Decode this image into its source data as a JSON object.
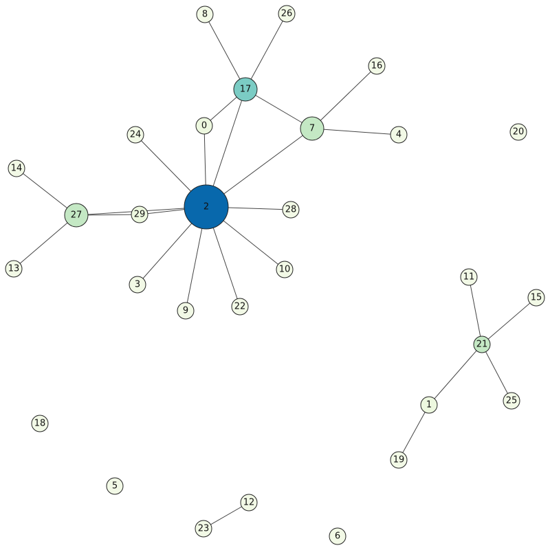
{
  "graph": {
    "colors": {
      "degree_0_1": "#f2f9e6",
      "degree_2": "#edf8df",
      "degree_3": "#c4e8c4",
      "degree_5": "#7bccc4",
      "degree_max": "#0868ac"
    },
    "nodes": [
      {
        "id": "2",
        "level": "degree_max"
      },
      {
        "id": "17",
        "level": "degree_5"
      },
      {
        "id": "7",
        "level": "degree_3"
      },
      {
        "id": "27",
        "level": "degree_3"
      },
      {
        "id": "21",
        "level": "degree_3"
      },
      {
        "id": "29",
        "level": "degree_2"
      },
      {
        "id": "1",
        "level": "degree_2"
      },
      {
        "id": "0",
        "level": "degree_2"
      },
      {
        "id": "8",
        "level": "degree_0_1"
      },
      {
        "id": "26",
        "level": "degree_0_1"
      },
      {
        "id": "16",
        "level": "degree_0_1"
      },
      {
        "id": "4",
        "level": "degree_0_1"
      },
      {
        "id": "20",
        "level": "degree_0_1"
      },
      {
        "id": "24",
        "level": "degree_0_1"
      },
      {
        "id": "14",
        "level": "degree_0_1"
      },
      {
        "id": "28",
        "level": "degree_0_1"
      },
      {
        "id": "13",
        "level": "degree_0_1"
      },
      {
        "id": "10",
        "level": "degree_0_1"
      },
      {
        "id": "3",
        "level": "degree_0_1"
      },
      {
        "id": "11",
        "level": "degree_0_1"
      },
      {
        "id": "15",
        "level": "degree_0_1"
      },
      {
        "id": "9",
        "level": "degree_0_1"
      },
      {
        "id": "22",
        "level": "degree_0_1"
      },
      {
        "id": "25",
        "level": "degree_0_1"
      },
      {
        "id": "18",
        "level": "degree_0_1"
      },
      {
        "id": "19",
        "level": "degree_0_1"
      },
      {
        "id": "5",
        "level": "degree_0_1"
      },
      {
        "id": "12",
        "level": "degree_0_1"
      },
      {
        "id": "23",
        "level": "degree_0_1"
      },
      {
        "id": "6",
        "level": "degree_0_1"
      }
    ],
    "edges": [
      [
        "8",
        "17"
      ],
      [
        "26",
        "17"
      ],
      [
        "17",
        "0"
      ],
      [
        "17",
        "7"
      ],
      [
        "17",
        "2"
      ],
      [
        "16",
        "7"
      ],
      [
        "7",
        "4"
      ],
      [
        "7",
        "2"
      ],
      [
        "0",
        "2"
      ],
      [
        "24",
        "2"
      ],
      [
        "29",
        "2"
      ],
      [
        "27",
        "29"
      ],
      [
        "27",
        "2"
      ],
      [
        "14",
        "27"
      ],
      [
        "13",
        "27"
      ],
      [
        "28",
        "2"
      ],
      [
        "10",
        "2"
      ],
      [
        "3",
        "2"
      ],
      [
        "9",
        "2"
      ],
      [
        "22",
        "2"
      ],
      [
        "11",
        "21"
      ],
      [
        "15",
        "21"
      ],
      [
        "21",
        "1"
      ],
      [
        "21",
        "25"
      ],
      [
        "1",
        "19"
      ],
      [
        "12",
        "23"
      ]
    ]
  }
}
